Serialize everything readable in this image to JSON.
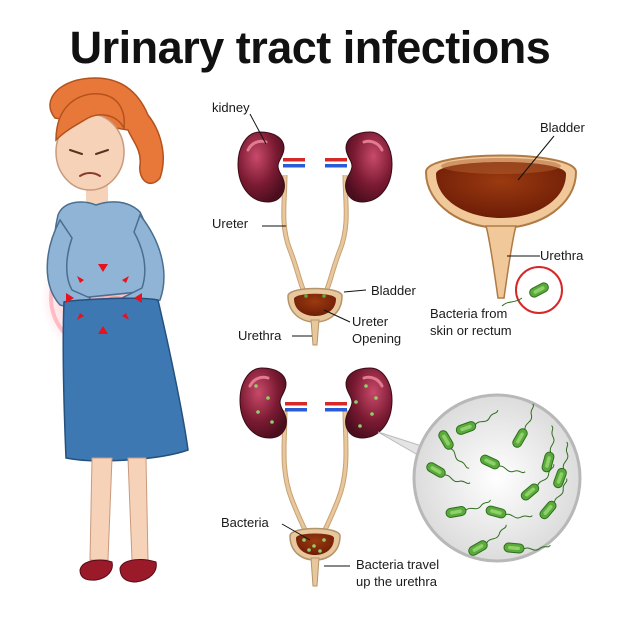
{
  "title": "Urinary tract infections",
  "top_diagram": {
    "kidney": "kidney",
    "ureter": "Ureter",
    "bladder": "Bladder",
    "urethra": "Urethra",
    "ureter_opening_1": "Ureter",
    "ureter_opening_2": "Opening"
  },
  "bladder_closeup": {
    "bladder": "Bladder",
    "urethra": "Urethra",
    "bacteria_from_1": "Bacteria from",
    "bacteria_from_2": "skin or rectum"
  },
  "bottom_diagram": {
    "bacteria": "Bacteria",
    "travel_1": "Bacteria travel",
    "travel_2": "up the urethra"
  },
  "colors": {
    "kidney": "#7a1a32",
    "kidney_highlight": "#c04060",
    "artery": "#d62828",
    "vein": "#2a5bd7",
    "tube": "#e8c79c",
    "bladder_inner": "#8a2a0a",
    "bacteria": "#5aaa3c",
    "shirt": "#8fb4d6",
    "skirt": "#3e78b2",
    "hair": "#e8773a",
    "skin": "#f6d2b8",
    "pain": "#e8121e"
  }
}
